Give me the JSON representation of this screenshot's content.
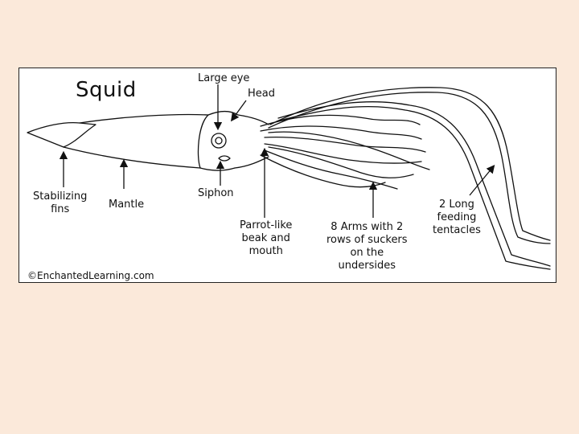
{
  "diagram": {
    "title": "Squid",
    "copyright": "©EnchantedLearning.com",
    "labels": {
      "large_eye": "Large eye",
      "head": "Head",
      "stabilizing_fins": "Stabilizing\nfins",
      "mantle": "Mantle",
      "siphon": "Siphon",
      "parrot_beak": "Parrot-like\nbeak and\nmouth",
      "arms": "8 Arms with 2\nrows of suckers\non the\nundersides",
      "tentacles": "2 Long\nfeeding\ntentacles"
    }
  },
  "colors": {
    "page_background": "#fbe9da",
    "figure_background": "#ffffff",
    "line": "#111111"
  }
}
